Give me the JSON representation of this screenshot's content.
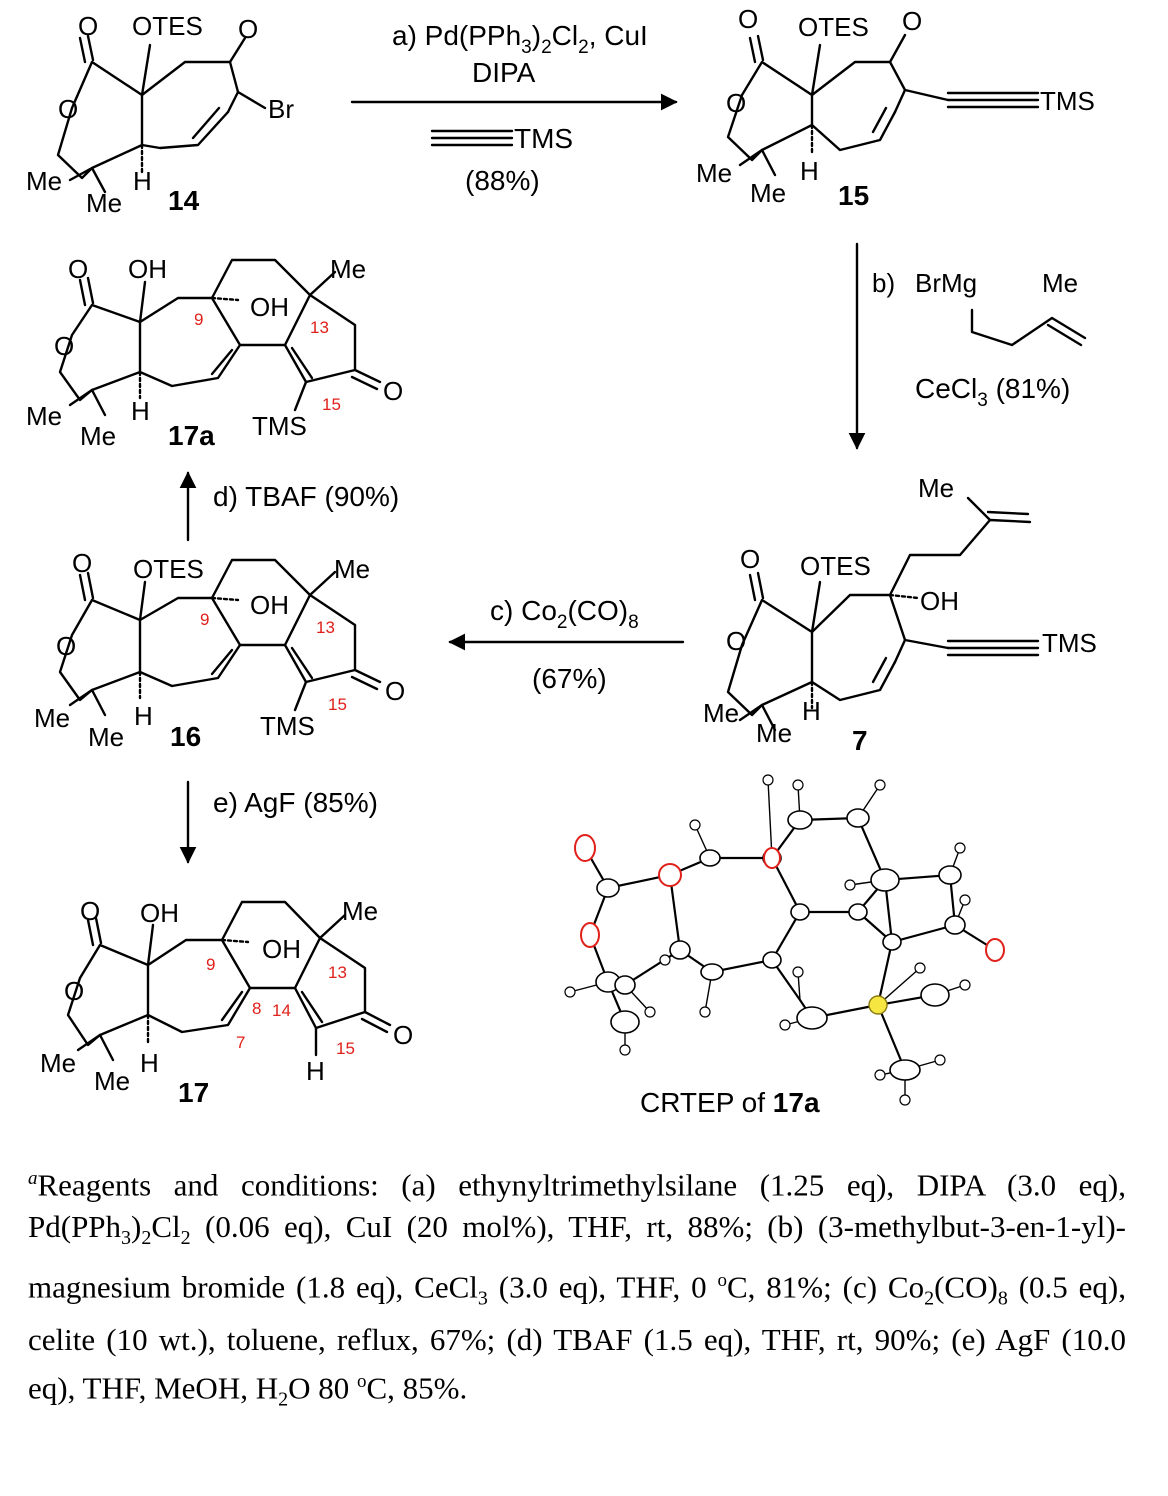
{
  "compounds": {
    "c14": "14",
    "c15": "15",
    "c7": "7",
    "c16": "16",
    "c17a": "17a",
    "c17": "17"
  },
  "atoms": {
    "otes": "OTES",
    "oh": "OH",
    "o": "O",
    "me": "Me",
    "h": "H",
    "br": "Br",
    "tms": "TMS",
    "brmg": "BrMg"
  },
  "numbering": {
    "n7": "7",
    "n8": "8",
    "n9": "9",
    "n13": "13",
    "n14": "14",
    "n15": "15"
  },
  "steps": {
    "a": {
      "line1_pre": "a) Pd(PPh",
      "line1_s1": "3",
      "line1_mid": ")",
      "line1_s2": "2",
      "line1_post": "Cl",
      "line1_s3": "2",
      "line1_end": ", CuI",
      "line2": "DIPA",
      "reagent": "TMS",
      "yield": "(88%)"
    },
    "b": {
      "label": "b)",
      "reagent": "BrMg",
      "cecl_pre": "CeCl",
      "cecl_sub": "3",
      "yield": " (81%)"
    },
    "c": {
      "pre": "c) Co",
      "s1": "2",
      "mid": "(CO)",
      "s2": "8",
      "yield": "(67%)"
    },
    "d": {
      "text": "d) TBAF (90%)"
    },
    "e": {
      "text": "e) AgF (85%)"
    }
  },
  "crtep_caption": {
    "pre": "CRTEP of ",
    "bold": "17a"
  },
  "footnote": {
    "marker": "a",
    "text": "Reagents and conditions: (a) ethynyltrimethylsilane (1.25 eq), DIPA (3.0 eq), Pd(PPh3)2Cl2 (0.06 eq), CuI (20 mol%), THF, rt, 88%; (b) (3-methylbut-3-en-1-yl)-magnesium bromide (1.8 eq), CeCl3 (3.0 eq), THF, 0 °C, 81%; (c) Co2(CO)8 (0.5 eq), celite (10 wt.), toluene, reflux, 67%; (d) TBAF (1.5 eq), THF, rt, 90%; (e) AgF (10.0 eq), THF, MeOH, H2O 80 °C, 85%.",
    "parts": {
      "t1": "Reagents and conditions: (a) ethynyltrimethylsilane (1.25 eq), DIPA (3.0 eq), Pd(PPh",
      "t2": "3",
      "t3": ")",
      "t4": "2",
      "t5": "Cl",
      "t6": "2",
      "t7": " (0.06 eq), CuI (20 mol%), THF, rt, 88%; (b) (3-methylbut-3-en-1-yl)-magnesium bromide (1.8 eq), CeCl",
      "t8": "3",
      "t9": " (3.0 eq), THF, 0 ",
      "t10": "o",
      "t11": "C, 81%; (c) Co",
      "t12": "2",
      "t13": "(CO)",
      "t14": "8",
      "t15": " (0.5 eq), celite (10 wt.), toluene, reflux, 67%; (d) TBAF (1.5 eq), THF, rt, 90%; (e) AgF (10.0 eq), THF, MeOH, H",
      "t16": "2",
      "t17": "O 80 ",
      "t18": "o",
      "t19": "C, 85%."
    }
  },
  "colors": {
    "numbering": "#e0201a",
    "oxygen_atom": "#e0201a",
    "silicon_atom": "#f5e642"
  }
}
